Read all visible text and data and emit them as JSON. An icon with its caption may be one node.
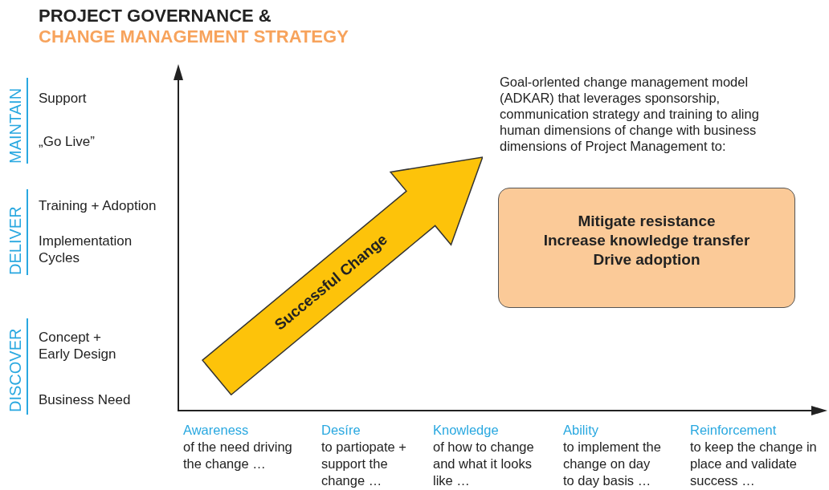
{
  "diagram": {
    "title": "PROJECT GOVERNANCE &",
    "nodes": [
      {
        "text": [
          "Successful Change"
        ]
      },
      {
        "text": [
          "Mitigate resistance",
          "Increase knowledge transfer",
          "Drive adoption"
        ]
      }
    ],
    "labels": [
      "CHANGE MANAGEMENT STRATEGY",
      "MAINTAIN",
      "Support",
      "„Go Live”",
      "DELIVER",
      "Training + Adoption",
      "Implementation Cycles",
      "DISCOVER",
      "Concept + Early Design",
      "Business Need",
      "Goal-orlented change management model (ADKAR) that leverages sponsorship, communication strategy and training to aling human dimensions of change with business dimensions of Project Management to:",
      "Awareness",
      "of the need driving the change …",
      "Desíre",
      "to partiopate + support the change …",
      "Knowledge",
      "of how to change and what it looks like …",
      "Ability",
      "to implement the change on day to day basis …",
      "Reinforcement",
      "to keep the change in place and validate success …"
    ]
  }
}
